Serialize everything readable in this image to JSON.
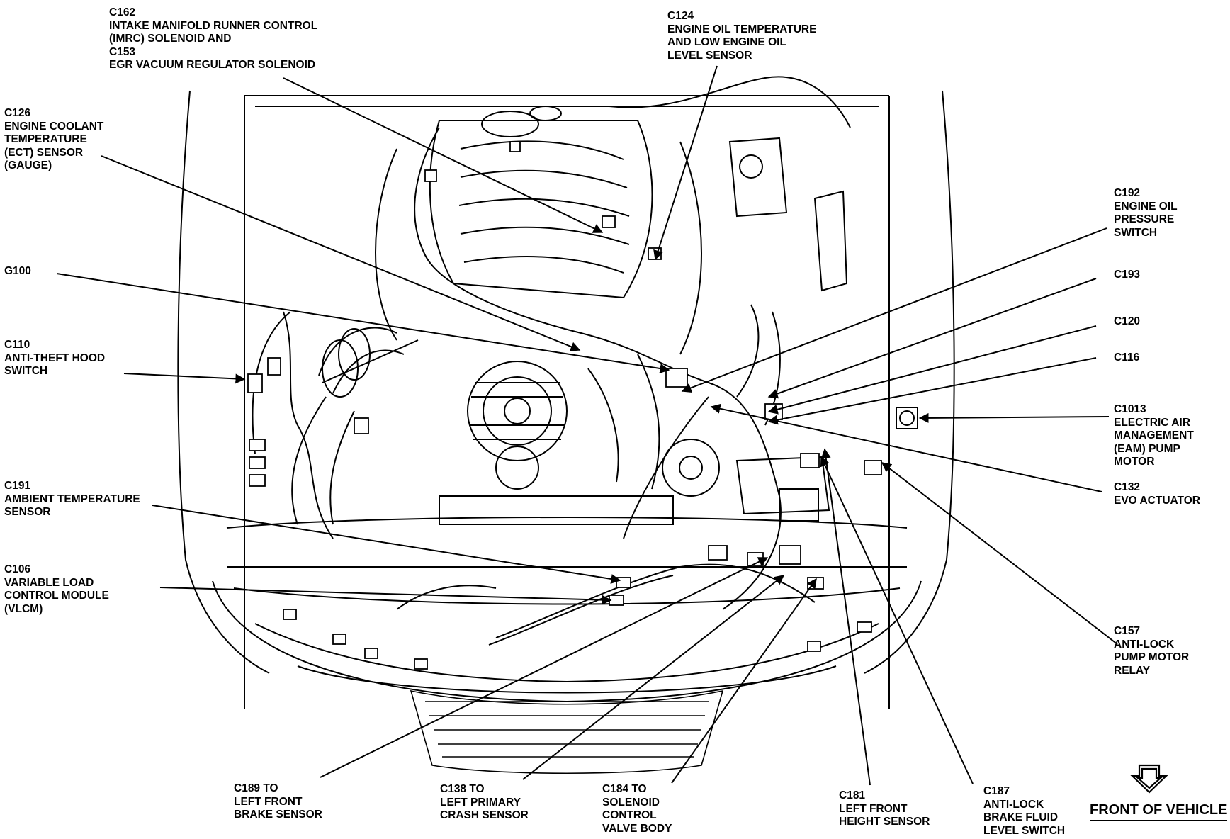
{
  "labels": [
    {
      "id": "c162",
      "lines": [
        "C162",
        "INTAKE MANIFOLD RUNNER CONTROL",
        "(IMRC) SOLENOID AND",
        "C153",
        "EGR VACUUM REGULATOR SOLENOID"
      ]
    },
    {
      "id": "c124",
      "lines": [
        "C124",
        "ENGINE OIL TEMPERATURE",
        "AND LOW ENGINE OIL",
        "LEVEL SENSOR"
      ]
    },
    {
      "id": "c126",
      "lines": [
        "C126",
        "ENGINE COOLANT",
        "TEMPERATURE",
        "(ECT) SENSOR",
        "(GAUGE)"
      ]
    },
    {
      "id": "g100",
      "lines": [
        "G100"
      ]
    },
    {
      "id": "c110",
      "lines": [
        "C110",
        "ANTI-THEFT HOOD",
        "SWITCH"
      ]
    },
    {
      "id": "c191",
      "lines": [
        "C191",
        "AMBIENT TEMPERATURE",
        "SENSOR"
      ]
    },
    {
      "id": "c106",
      "lines": [
        "C106",
        "VARIABLE LOAD",
        "CONTROL MODULE",
        "(VLCM)"
      ]
    },
    {
      "id": "c192",
      "lines": [
        "C192",
        "ENGINE OIL",
        "PRESSURE",
        "SWITCH"
      ]
    },
    {
      "id": "c193",
      "lines": [
        "C193"
      ]
    },
    {
      "id": "c120",
      "lines": [
        "C120"
      ]
    },
    {
      "id": "c116",
      "lines": [
        "C116"
      ]
    },
    {
      "id": "c1013",
      "lines": [
        "C1013",
        "ELECTRIC  AIR",
        "MANAGEMENT",
        "(EAM) PUMP",
        "MOTOR"
      ]
    },
    {
      "id": "c132",
      "lines": [
        "C132",
        "EVO ACTUATOR"
      ]
    },
    {
      "id": "c157",
      "lines": [
        "C157",
        "ANTI-LOCK",
        "PUMP MOTOR",
        "RELAY"
      ]
    },
    {
      "id": "c189",
      "lines": [
        "C189 TO",
        "LEFT FRONT",
        "BRAKE SENSOR"
      ]
    },
    {
      "id": "c138",
      "lines": [
        "C138 TO",
        "LEFT PRIMARY",
        "CRASH SENSOR"
      ]
    },
    {
      "id": "c184",
      "lines": [
        "C184 TO",
        "SOLENOID",
        "CONTROL",
        "VALVE BODY"
      ]
    },
    {
      "id": "c181",
      "lines": [
        "C181",
        "LEFT FRONT",
        "HEIGHT SENSOR"
      ]
    },
    {
      "id": "c187",
      "lines": [
        "C187",
        "ANTI-LOCK",
        "BRAKE FLUID",
        "LEVEL SWITCH"
      ]
    }
  ],
  "front_label": "FRONT OF VEHICLE"
}
